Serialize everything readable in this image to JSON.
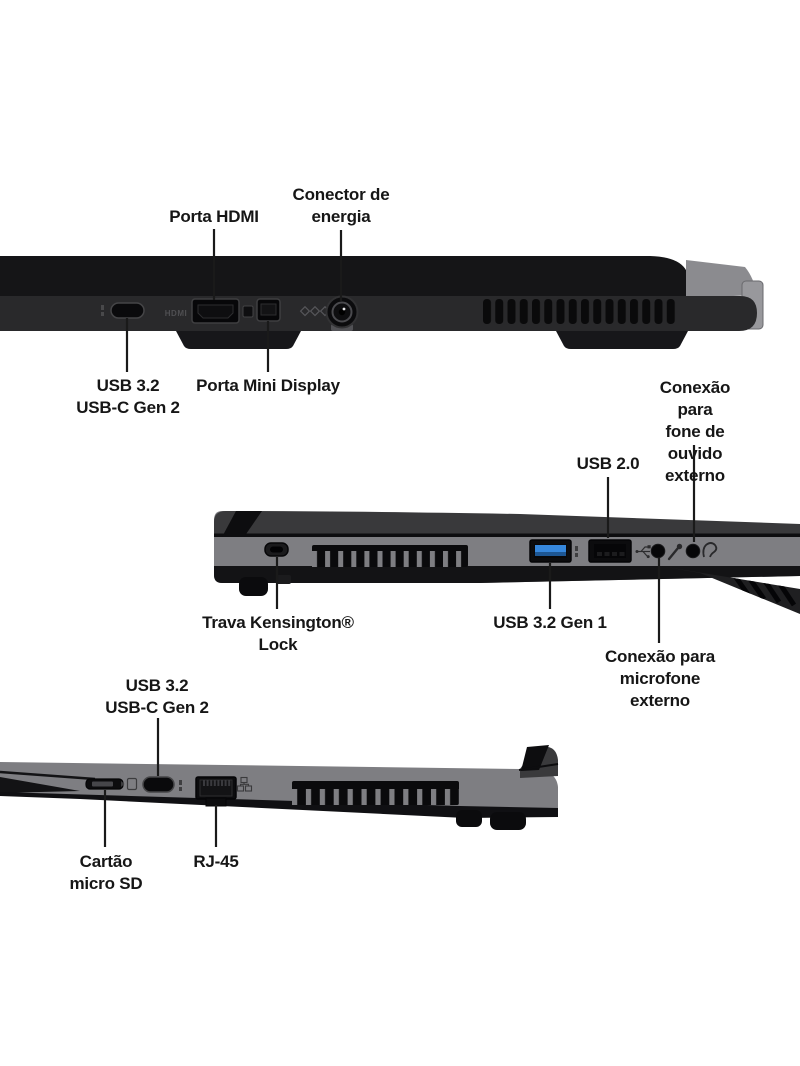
{
  "back_view": {
    "labels": {
      "hdmi": "Porta HDMI",
      "power": "Conector de\nenergia",
      "usb_c": "USB 3.2\nUSB-C Gen 2",
      "mini_display": "Porta Mini Display"
    },
    "port_marking_hdmi": "HDMI"
  },
  "right_view": {
    "labels": {
      "headphone": "Conexão para\nfone de ouvido\nexterno",
      "usb_20": "USB 2.0",
      "kensington": "Trava Kensington®\nLock",
      "usb_32_gen1": "USB 3.2 Gen 1",
      "microphone": "Conexão para\nmicrofone externo"
    }
  },
  "left_view": {
    "labels": {
      "usb_c": "USB 3.2\nUSB-C Gen 2",
      "micro_sd": "Cartão\nmicro SD",
      "rj45": "RJ-45"
    }
  },
  "icons": {
    "names": [
      "superspeed-icon",
      "usb-icon",
      "microphone-icon",
      "headphone-icon",
      "sd-card-icon",
      "ethernet-icon",
      "power-diamonds-icon",
      "hdmi-marking"
    ]
  },
  "colors": {
    "background": "#ffffff",
    "label_text": "#161616",
    "leader_line": "#1a1a1a",
    "chassis_black": "#151517",
    "port_band": "#29292b",
    "body_gray": "#7e7e82",
    "hinge_gray": "#98989c",
    "usb3_blue": "#3687dc"
  }
}
